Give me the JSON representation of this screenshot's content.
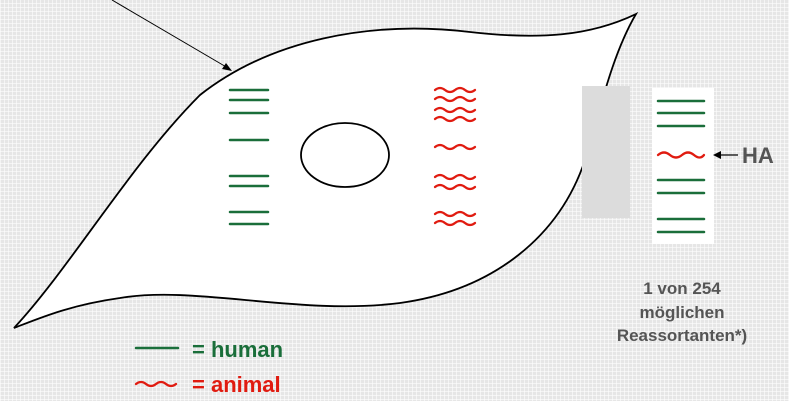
{
  "labels": {
    "ha": "HA",
    "reassortant_line1": "1 von 254",
    "reassortant_line2": "möglichen",
    "reassortant_line3": "Reassortanten*)"
  },
  "legend": [
    {
      "symbol": "straight-line",
      "text": "= human",
      "color": "#1a6e3a"
    },
    {
      "symbol": "wavy-line",
      "text": "= animal",
      "color": "#e01b10"
    }
  ],
  "colors": {
    "human": "#1a6e3a",
    "animal": "#e01b10",
    "label_text": "#555555",
    "cell_fill": "#ffffff",
    "outline": "#000000"
  }
}
